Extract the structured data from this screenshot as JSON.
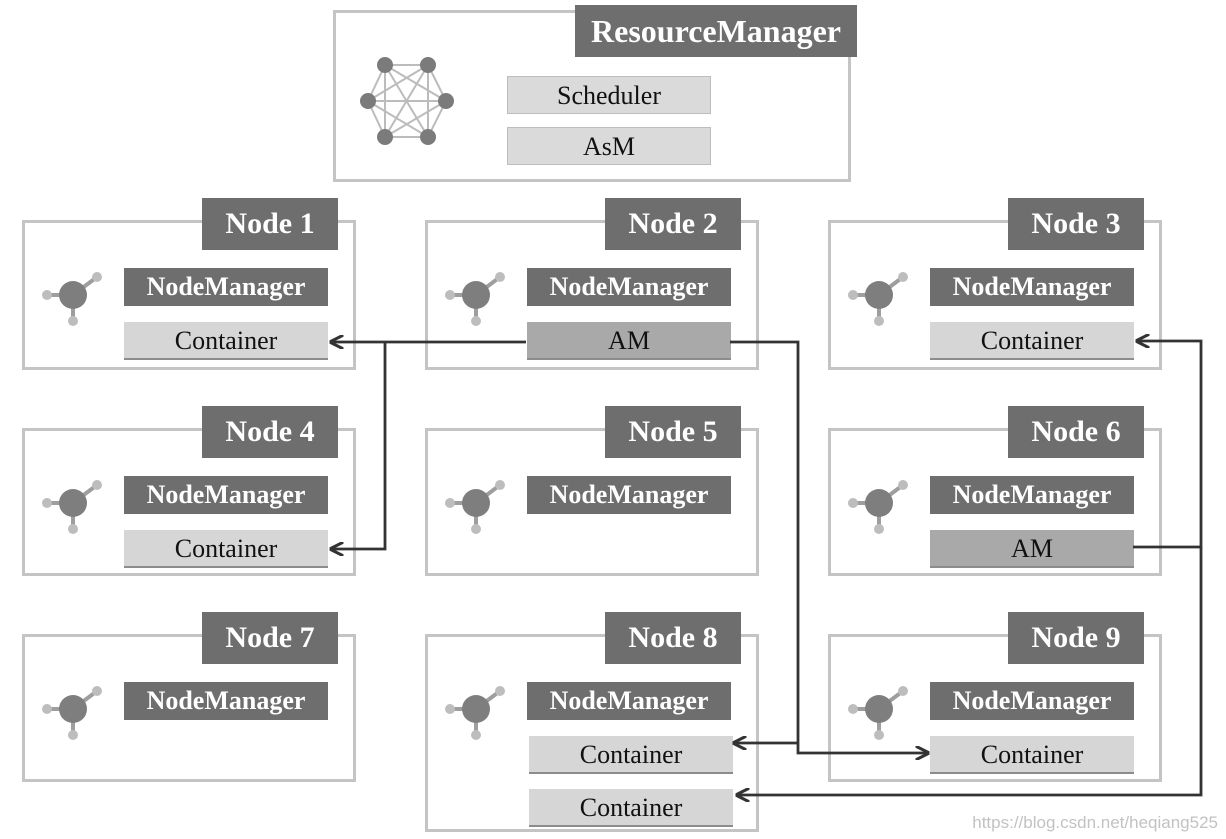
{
  "resource_manager": {
    "title": "ResourceManager",
    "components": [
      "Scheduler",
      "AsM"
    ],
    "icon": "network-graph-icon"
  },
  "nodes": [
    {
      "title": "Node 1",
      "manager": "NodeManager",
      "slots": [
        {
          "label": "Container",
          "kind": "container"
        }
      ]
    },
    {
      "title": "Node 2",
      "manager": "NodeManager",
      "slots": [
        {
          "label": "AM",
          "kind": "am"
        }
      ]
    },
    {
      "title": "Node 3",
      "manager": "NodeManager",
      "slots": [
        {
          "label": "Container",
          "kind": "container"
        }
      ]
    },
    {
      "title": "Node 4",
      "manager": "NodeManager",
      "slots": [
        {
          "label": "Container",
          "kind": "container"
        }
      ]
    },
    {
      "title": "Node 5",
      "manager": "NodeManager",
      "slots": []
    },
    {
      "title": "Node 6",
      "manager": "NodeManager",
      "slots": [
        {
          "label": "AM",
          "kind": "am"
        }
      ]
    },
    {
      "title": "Node 7",
      "manager": "NodeManager",
      "slots": []
    },
    {
      "title": "Node 8",
      "manager": "NodeManager",
      "slots": [
        {
          "label": "Container",
          "kind": "container"
        },
        {
          "label": "Container",
          "kind": "container"
        }
      ]
    },
    {
      "title": "Node 9",
      "manager": "NodeManager",
      "slots": [
        {
          "label": "Container",
          "kind": "container"
        }
      ]
    }
  ],
  "node_icon": "node-molecule-icon",
  "connections": [
    {
      "from": "Node 2 AM",
      "to": "Node 1 Container"
    },
    {
      "from": "Node 2 AM",
      "to": "Node 4 Container"
    },
    {
      "from": "Node 2 AM",
      "to": "Node 8 Container 1"
    },
    {
      "from": "Node 2 AM",
      "to": "Node 9 Container"
    },
    {
      "from": "Node 6 AM",
      "to": "Node 3 Container"
    },
    {
      "from": "Node 6 AM",
      "to": "Node 8 Container 2"
    }
  ],
  "watermark": "https://blog.csdn.net/heqiang525",
  "colors": {
    "title_fill": "#6e6e6e",
    "panel_border": "#c4c4c4",
    "container_fill": "#d6d6d6",
    "am_fill": "#a9a9a9",
    "wire": "#333333"
  }
}
